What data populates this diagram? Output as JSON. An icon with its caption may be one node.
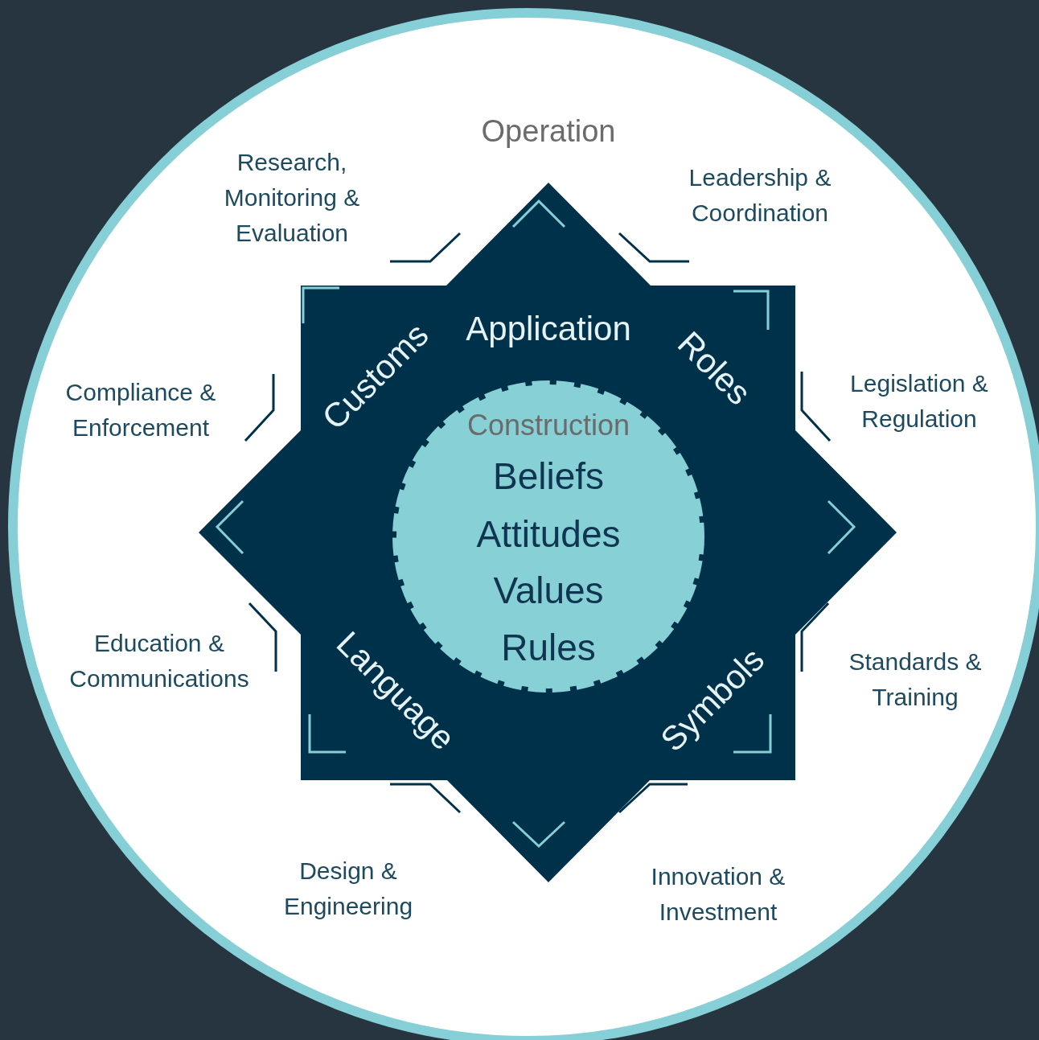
{
  "diagram": {
    "nodes": [
      {
        "text": [
          "Operation"
        ]
      },
      {
        "text": [
          "Application",
          "Roles",
          "Symbols",
          "Language",
          "Customs"
        ],
        "in": 0
      },
      {
        "text": [
          "Construction",
          "Beliefs",
          "Attitudes",
          "Values",
          "Rules"
        ],
        "in": 1
      }
    ],
    "labels": [
      "Research, Monitoring & Evaluation",
      "Leadership & Coordination",
      "Compliance & Enforcement",
      "Legislation & Regulation",
      "Education & Communications",
      "Standards & Training",
      "Design & Engineering",
      "Innovation & Investment"
    ]
  }
}
